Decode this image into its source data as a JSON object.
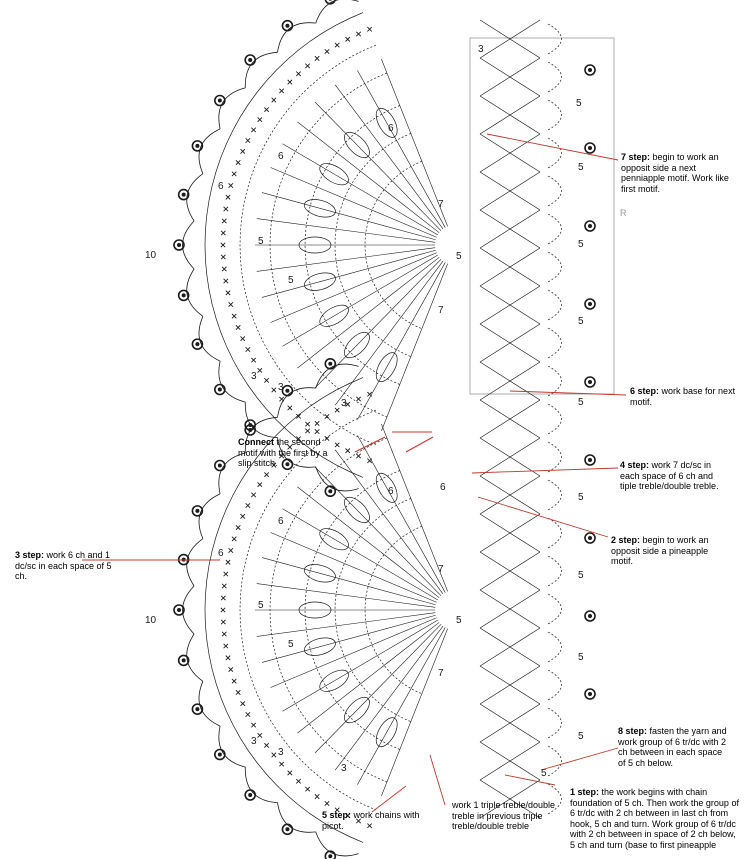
{
  "stitch_numbers": {
    "ten": "10",
    "seven": "7",
    "six": "6",
    "five": "5",
    "three": "3"
  },
  "frame_mark": "R",
  "notes": {
    "step7": {
      "lead": "7 step:",
      "text": "begin to work an opposit side a next penniapple motif. Work like first motif."
    },
    "step6": {
      "lead": "6 step:",
      "text": "work base for next motif."
    },
    "connect": {
      "lead": "Connect",
      "text": "the second motif with the first by a slip stitch."
    },
    "step4": {
      "lead": "4 step:",
      "text": "work 7 dc/sc in each space of 6 ch and tiple treble/double treble."
    },
    "step2": {
      "lead": "2 step:",
      "text": "begin to work an opposit side a pineapple motif."
    },
    "step3": {
      "lead": "3 step:",
      "text": "work 6 ch and 1 dc/sc in each space of 5 ch."
    },
    "step8": {
      "lead": "8 step:",
      "text": "fasten the yarn and work group of 6 tr/dc with 2 ch between in each space of 5 ch below."
    },
    "step1": {
      "lead": "1 step:",
      "text": "the work begins with chain foundation of 5 ch. Then work the group of 6 tr/dc with 2 ch between in last ch from hook, 5 ch and turn. Work group of 6 tr/dc with 2 ch between in space of 2 ch below, 5 ch and turn (base to first pineapple"
    },
    "step5": {
      "lead": "5 step:",
      "text": "work chains with picot."
    },
    "treble": {
      "lead": "",
      "text": "work 1 triple treble/double treble in previous triple treble/double treble"
    }
  },
  "colors": {
    "ink": "#1a1a1a",
    "leader": "#c0392b",
    "frame": "#9a9a9a"
  }
}
